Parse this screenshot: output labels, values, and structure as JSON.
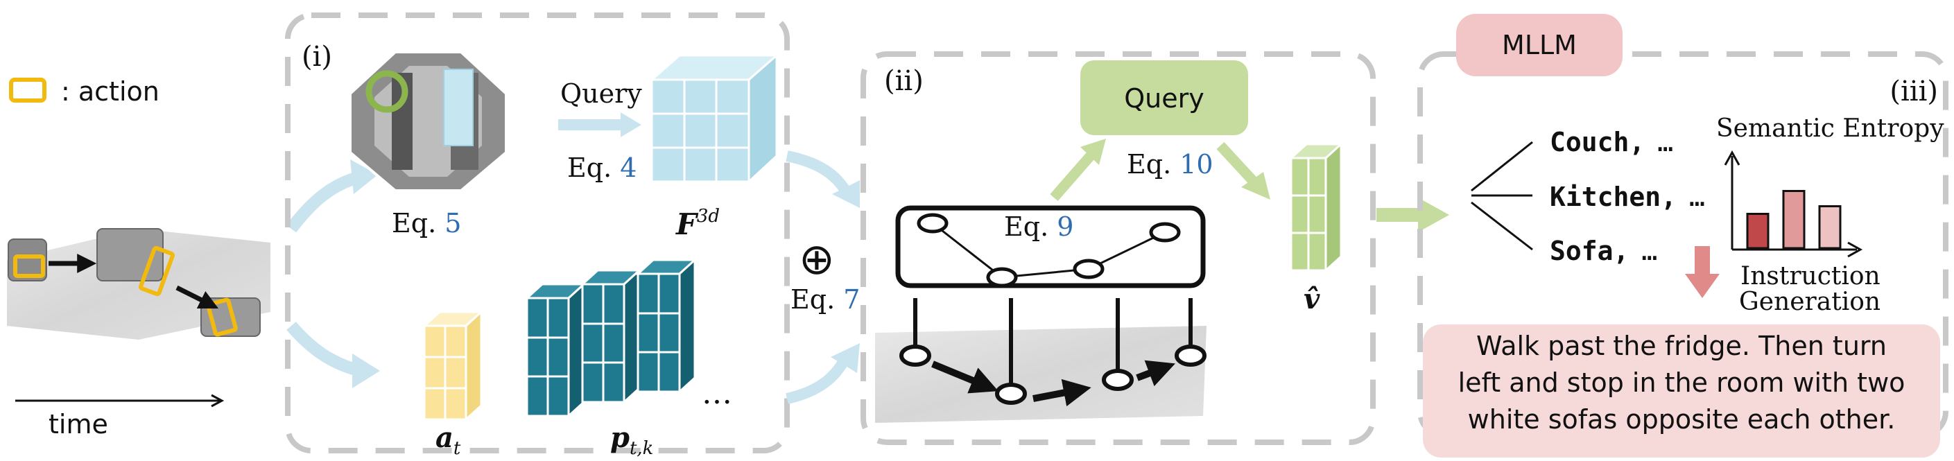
{
  "legend": {
    "action_label": ": action",
    "time_label": "time"
  },
  "panel_i": {
    "label": "(i)",
    "query_label": "Query",
    "eq4": {
      "prefix": "Eq. ",
      "num": "4"
    },
    "eq5": {
      "prefix": "Eq. ",
      "num": "5"
    },
    "f3d": {
      "base": "F",
      "sup": "3d"
    },
    "a_t": {
      "base": "a",
      "sub": "t"
    },
    "p_tk": {
      "base": "p",
      "sub": "t,k"
    },
    "ellipsis": "…"
  },
  "combine": {
    "symbol": "⊕",
    "eq7": {
      "prefix": "Eq. ",
      "num": "7"
    }
  },
  "panel_ii": {
    "label": "(ii)",
    "query_box": "Query",
    "eq9": {
      "prefix": "Eq. ",
      "num": "9"
    },
    "eq10": {
      "prefix": "Eq. ",
      "num": "10"
    },
    "v_hat": "v̂"
  },
  "panel_iii": {
    "label": "(iii)",
    "mllm": "MLLM",
    "semantic_entropy": "Semantic Entropy",
    "words": [
      {
        "word": "Couch,",
        "dots": "…"
      },
      {
        "word": "Kitchen,",
        "dots": "…"
      },
      {
        "word": "Sofa,",
        "dots": "…"
      }
    ],
    "instruction_line1": "Instruction",
    "instruction_line2": "Generation",
    "instruction_text": [
      "Walk past the fridge. Then turn",
      "left and stop in the room with two",
      "white sofas opposite each other."
    ]
  },
  "colors": {
    "eq_blue": "#2f6db3",
    "panel_border": "#c8c8c8",
    "light_blue_cube": "#bfe3ee",
    "yellow_cube": "#fbe39a",
    "teal_cube": "#1f7a90",
    "green_cube": "#bcd890",
    "query_green": "#c6dc9e",
    "mllm_pink": "#f2c6c6",
    "instruction_pink": "#f6dada",
    "arrow_blue": "#c9e4ef",
    "arrow_green": "#c6dc9e",
    "arrow_pink": "#e08a8a",
    "action_yellow": "#f2b90f",
    "bar_colors": [
      "#c0474a",
      "#e09a9a",
      "#efc2c2"
    ]
  },
  "entropy_bars": [
    0.45,
    0.75,
    0.55
  ]
}
